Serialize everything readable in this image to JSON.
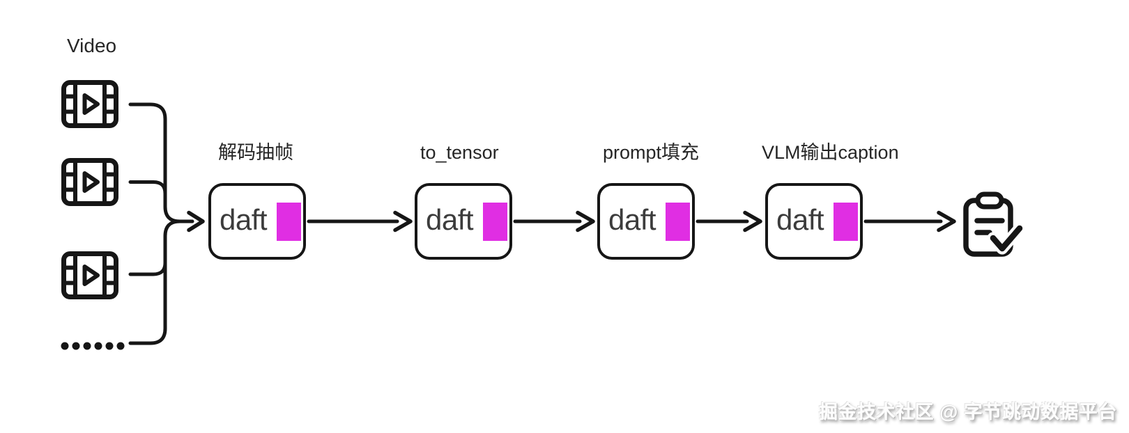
{
  "sources": {
    "label": "Video",
    "video_icon_count": 3,
    "ellipsis_dot_count": 6
  },
  "stages": [
    {
      "label": "解码抽帧",
      "box_text": "daft"
    },
    {
      "label": "to_tensor",
      "box_text": "daft"
    },
    {
      "label": "prompt填充",
      "box_text": "daft"
    },
    {
      "label": "VLM输出caption",
      "box_text": "daft"
    }
  ],
  "output": {
    "icon": "clipboard-check-icon"
  },
  "watermark": {
    "text": "掘金技术社区 @ 字节跳动数据平台"
  },
  "colors": {
    "accent": "#E02EE3",
    "stroke": "#161616",
    "box_text": "#3C3C3C",
    "background": "#FFFFFF"
  }
}
